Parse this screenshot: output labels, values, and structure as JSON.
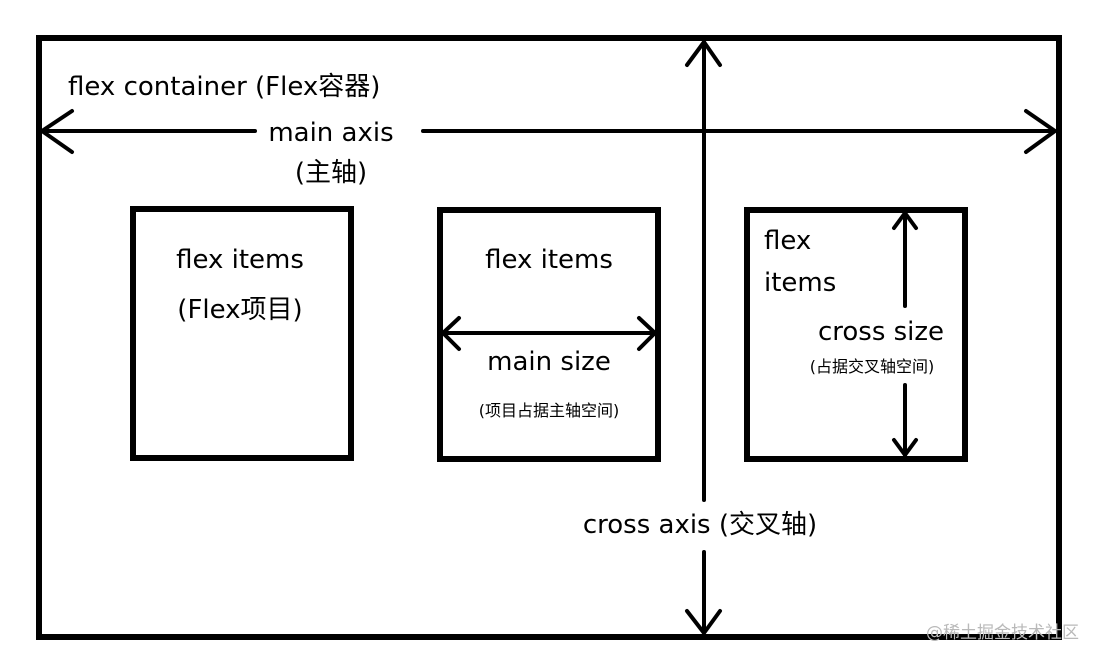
{
  "container": {
    "label": "flex container (Flex容器)"
  },
  "main_axis": {
    "label": "main axis",
    "label_cn": "(主轴)"
  },
  "cross_axis": {
    "label": "cross axis (交叉轴)"
  },
  "items": [
    {
      "line1": "flex items",
      "line2": "(Flex项目)"
    },
    {
      "line1": "flex items",
      "size_label": "main size",
      "size_label_cn": "(项目占据主轴空间)"
    },
    {
      "line1": "flex",
      "line2": "items",
      "size_label": "cross size",
      "size_label_cn": "(占据交叉轴空间)"
    }
  ],
  "watermark": "@稀土掘金技术社区",
  "colors": {
    "stroke": "#000000",
    "background": "#ffffff",
    "watermark": "#b9b9b9"
  }
}
